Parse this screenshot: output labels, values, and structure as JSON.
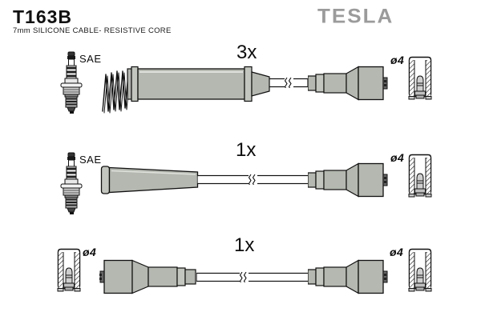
{
  "header": {
    "part_number": "T163B",
    "subtitle": "7mm SILICONE CABLE- RESISTIVE CORE",
    "brand": "TESLA"
  },
  "colors": {
    "boot_gray": "#b4b8b0",
    "collar_gray": "#c2c6be",
    "outline": "#1a1a1a",
    "brand_gray": "#9b9b9b",
    "dark_metal": "#666666"
  },
  "rows": [
    {
      "quantity": "3x",
      "left_label": "SAE",
      "right_label": "ø4",
      "left_icon": "spark-plug-sae",
      "right_icon": "socket-4mm",
      "boot_style": "cylindrical-boot-with-spring-terminal"
    },
    {
      "quantity": "1x",
      "left_label": "SAE",
      "right_label": "ø4",
      "left_icon": "spark-plug-sae",
      "right_icon": "socket-4mm",
      "boot_style": "straight-tapered-boot"
    },
    {
      "quantity": "1x",
      "left_label": "ø4",
      "right_label": "ø4",
      "left_icon": "socket-4mm",
      "right_icon": "socket-4mm",
      "boot_style": "stepped-connector-both-ends"
    }
  ]
}
